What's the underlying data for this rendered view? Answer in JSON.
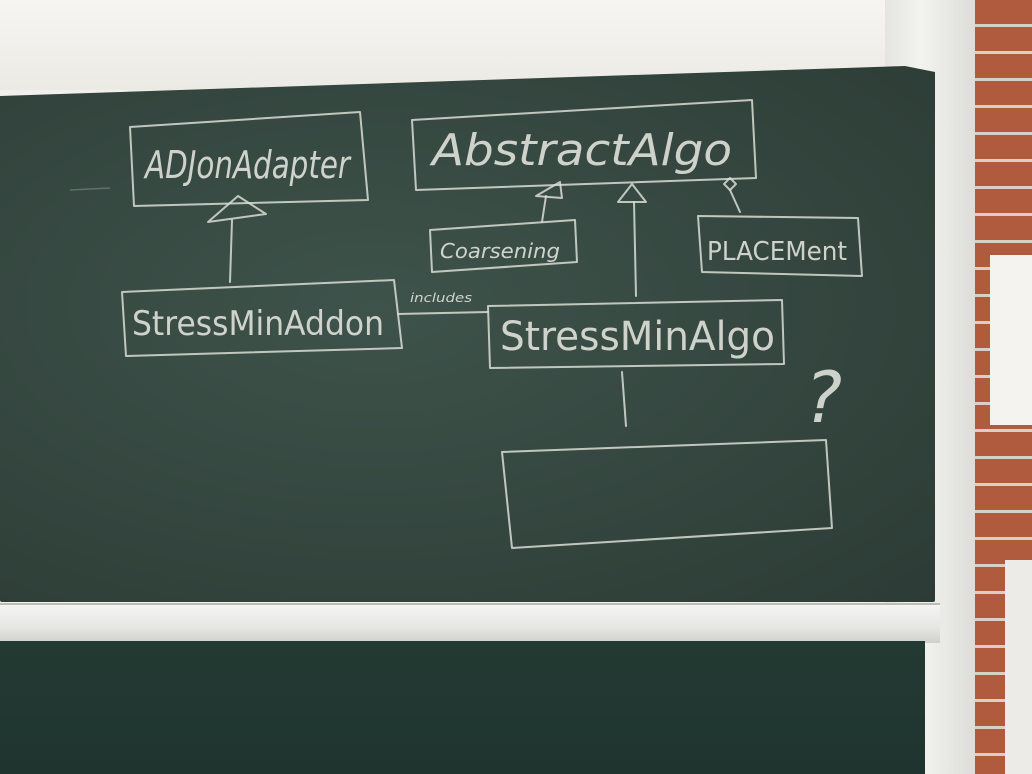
{
  "diagram": {
    "nodes": {
      "adjon_adapter": "ADJonAdapter",
      "abstract_algo": "AbstractAlgo",
      "coarsening": "Coarsening",
      "placement": "PLACEMent",
      "stress_min_addon": "StressMinAddon",
      "stress_min_algo": "StressMinAlgo",
      "empty_box": ""
    },
    "edge_labels": {
      "includes": "includes"
    },
    "annotations": {
      "question_mark": "?"
    }
  }
}
